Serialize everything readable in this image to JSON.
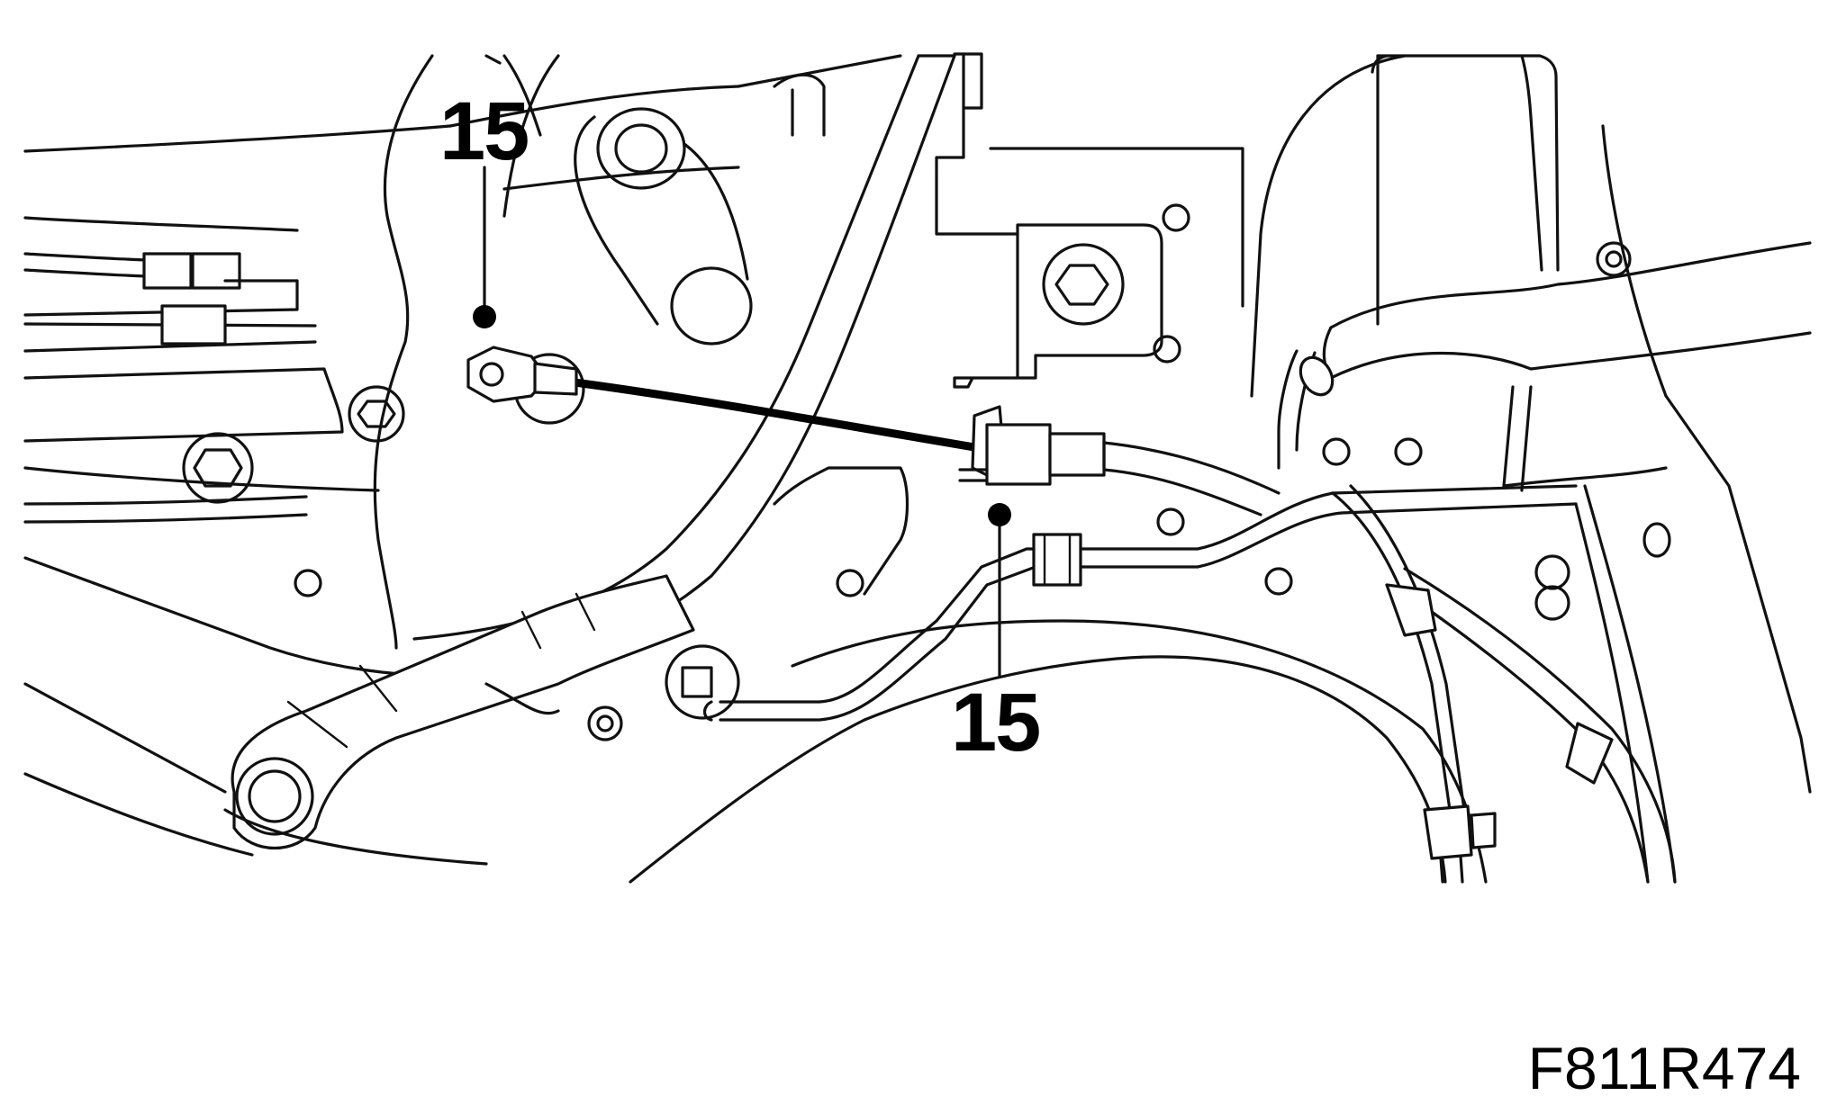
{
  "callouts": [
    {
      "label": "15"
    },
    {
      "label": "15"
    }
  ],
  "figure_code": "F811R474"
}
